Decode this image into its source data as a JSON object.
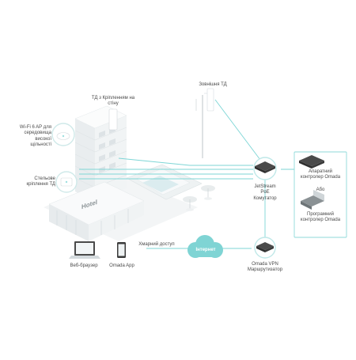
{
  "labels": {
    "outdoor_ap": "Зовнішня ТД",
    "wall_ap": "ТД з Кріпленням на стіну",
    "wifi6_ap": "Wi-Fi 6 AP для середовища високої щільності",
    "ceiling_ap": "Стельове кріплення ТД",
    "switch": "JetStream PoE Комутатор",
    "router": "Omada VPN Маршрутизатор",
    "hw_controller": "Апаратний контролер Omada",
    "or": "Або",
    "sw_controller": "Програмний контролер Omada",
    "cloud_access": "Хмарний доступ",
    "internet": "Інтернет",
    "web_browser": "Веб-браузер",
    "omada_app": "Omada App",
    "hotel_sign": "Hotel"
  },
  "colors": {
    "accent": "#6fcfcf",
    "link_line": "#7ed6d6",
    "device_dark": "#3a3a3a",
    "building": "#eef1f2"
  }
}
